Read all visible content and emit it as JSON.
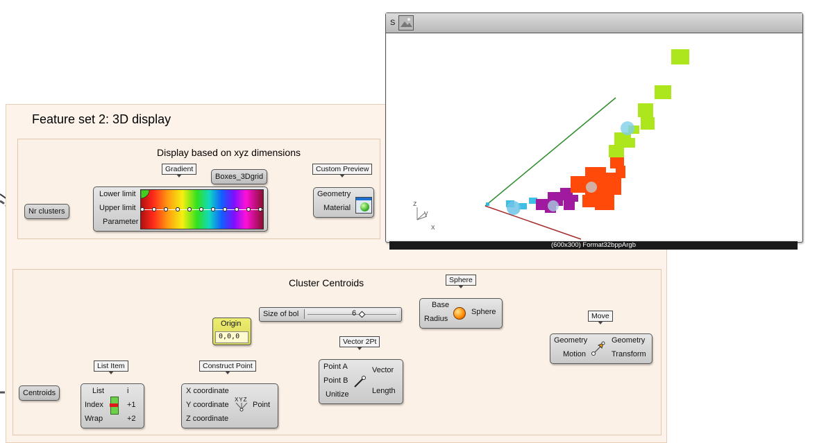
{
  "feature_group": {
    "title": "Feature set 2: 3D display",
    "display_group_title": "Display based on xyz dimensions",
    "centroids_group_title": "Cluster Centroids"
  },
  "tags": {
    "gradient": "Gradient",
    "custom_preview": "Custom Preview",
    "sphere": "Sphere",
    "move": "Move",
    "vector2pt": "Vector 2Pt",
    "list_item": "List Item",
    "construct_point": "Construct Point"
  },
  "params": {
    "nr_clusters": "Nr clusters",
    "boxes_3dgrid": "Boxes_3Dgrid",
    "centroids": "Centroids",
    "origin_title": "Origin",
    "origin_value": "0,0,0"
  },
  "gradient": {
    "lower_limit": "Lower limit",
    "upper_limit": "Upper limit",
    "parameter": "Parameter"
  },
  "custom_preview": {
    "geometry": "Geometry",
    "material": "Material"
  },
  "slider": {
    "label": "Size of bol",
    "value": "6"
  },
  "sphere": {
    "base": "Base",
    "radius": "Radius",
    "output": "Sphere"
  },
  "move": {
    "in_geometry": "Geometry",
    "in_motion": "Motion",
    "out_geometry": "Geometry",
    "out_transform": "Transform"
  },
  "vector2pt": {
    "point_a": "Point A",
    "point_b": "Point B",
    "unitize": "Unitize",
    "vector": "Vector",
    "length": "Length"
  },
  "list_item": {
    "list": "List",
    "index": "Index",
    "wrap": "Wrap",
    "out_i": "i",
    "out_1": "+1",
    "out_2": "+2"
  },
  "construct_point": {
    "x": "X coordinate",
    "y": "Y coordinate",
    "z": "Z coordinate",
    "out": "Point",
    "icon_text": "XYZ"
  },
  "viewer": {
    "label_s": "S",
    "footer": "(600x300) Format32bppArgb",
    "axis_x": "x",
    "axis_y": "y",
    "axis_z": "z"
  },
  "colors": {
    "cluster_cyan": "#2ab8e0",
    "cluster_magenta": "#a01aa0",
    "cluster_orange": "#ff4a0a",
    "cluster_lime": "#aee61e",
    "origin_yellow": "#e5e36a"
  }
}
